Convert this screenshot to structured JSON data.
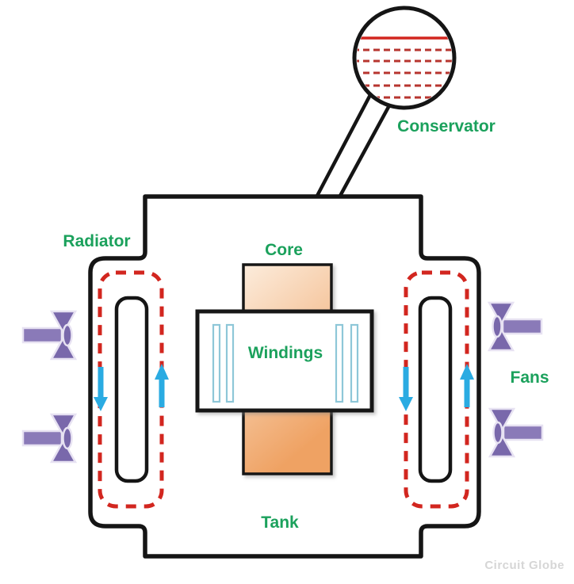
{
  "labels": {
    "conservator": "Conservator",
    "radiator": "Radiator",
    "core": "Core",
    "windings": "Windings",
    "fans": "Fans",
    "tank": "Tank"
  },
  "watermark": "Circuit Globe",
  "icons": {
    "fan": "fan-propeller-icon",
    "down_arrow": "oil-flow-down-arrow",
    "up_arrow": "oil-flow-up-arrow"
  },
  "colors": {
    "green": "#1ba15c",
    "red": "#d2261f",
    "redDark": "#b7352f",
    "blue": "#2aabe2",
    "purple": "#7968ab",
    "purpleBar": "#8a7ab8",
    "fanHalo": "#e7e2f2",
    "ink": "#151515",
    "coreLight": "#fcecdc",
    "coreDark": "#efa263",
    "coilBlue": "#8ec7d8",
    "watermarkGray": "#d6d6d6"
  }
}
